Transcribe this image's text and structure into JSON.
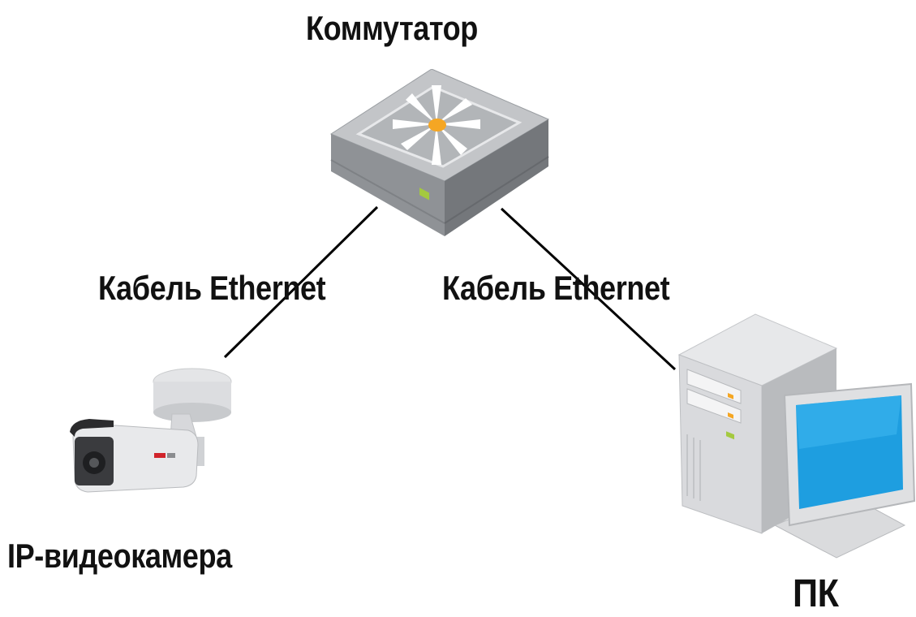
{
  "nodes": {
    "switch": {
      "label": "Коммутатор",
      "icon": "network-switch-icon",
      "status_led_color": "#f5a623",
      "body_color": "#a7aaad"
    },
    "camera": {
      "label": "IP-видеокамера",
      "icon": "ip-camera-icon"
    },
    "pc": {
      "label": "ПК",
      "icon": "desktop-computer-icon",
      "screen_color": "#1e9ee0"
    }
  },
  "links": [
    {
      "from": "switch",
      "to": "camera",
      "label": "Кабель Ethernet"
    },
    {
      "from": "switch",
      "to": "pc",
      "label": "Кабель Ethernet"
    }
  ]
}
